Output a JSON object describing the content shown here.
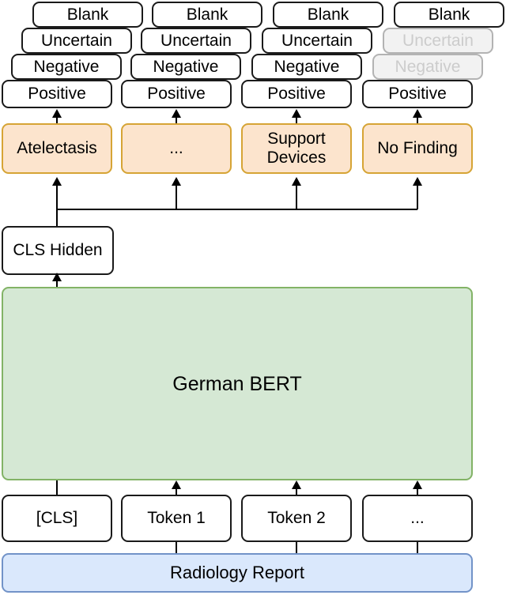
{
  "diagram": {
    "title": "German BERT radiology report classification architecture",
    "colors": {
      "finding_fill": "#fce4cd",
      "finding_border": "#d6a435",
      "bert_fill": "#d5e8d4",
      "bert_border": "#82b366",
      "report_fill": "#dae8fc",
      "report_border": "#7293c8",
      "box_border": "#1a1a1a",
      "disabled_fill": "#f2f2f2",
      "disabled_text": "#cccccc"
    }
  },
  "label_stacks": [
    {
      "column": 1,
      "labels": [
        {
          "text": "Blank",
          "disabled": false
        },
        {
          "text": "Uncertain",
          "disabled": false
        },
        {
          "text": "Negative",
          "disabled": false
        },
        {
          "text": "Positive",
          "disabled": false
        }
      ]
    },
    {
      "column": 2,
      "labels": [
        {
          "text": "Blank",
          "disabled": false
        },
        {
          "text": "Uncertain",
          "disabled": false
        },
        {
          "text": "Negative",
          "disabled": false
        },
        {
          "text": "Positive",
          "disabled": false
        }
      ]
    },
    {
      "column": 3,
      "labels": [
        {
          "text": "Blank",
          "disabled": false
        },
        {
          "text": "Uncertain",
          "disabled": false
        },
        {
          "text": "Negative",
          "disabled": false
        },
        {
          "text": "Positive",
          "disabled": false
        }
      ]
    },
    {
      "column": 4,
      "labels": [
        {
          "text": "Blank",
          "disabled": false
        },
        {
          "text": "Uncertain",
          "disabled": true
        },
        {
          "text": "Negative",
          "disabled": true
        },
        {
          "text": "Positive",
          "disabled": false
        }
      ]
    }
  ],
  "findings": [
    {
      "text": "Atelectasis"
    },
    {
      "text": "..."
    },
    {
      "text": "Support\nDevices"
    },
    {
      "text": "No Finding"
    }
  ],
  "cls_hidden": {
    "text": "CLS Hidden"
  },
  "encoder": {
    "text": "German BERT"
  },
  "tokens": [
    {
      "text": "[CLS]"
    },
    {
      "text": "Token 1"
    },
    {
      "text": "Token 2"
    },
    {
      "text": "..."
    }
  ],
  "input": {
    "text": "Radiology Report"
  }
}
